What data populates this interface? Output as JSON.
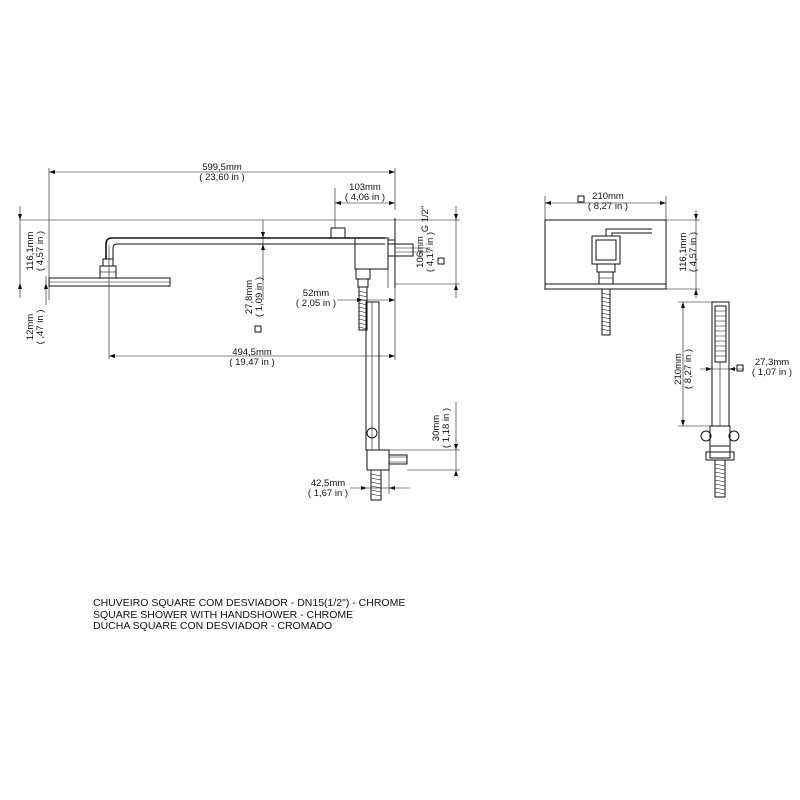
{
  "dimensions": {
    "arm_length_mm": "599,5mm",
    "arm_length_in": "( 23,60 in )",
    "diverter_mm": "103mm",
    "diverter_in": "( 4,06 in )",
    "thread": "G 1/2\"",
    "left_height_mm": "116,1mm",
    "left_height_in": "( 4,57 in )",
    "head_thickness_mm": "12mm",
    "head_thickness_in": "( ,47 in )",
    "drop_mm": "27,8mm",
    "drop_in": "( 1,09 in )",
    "bar_offset_mm": "52mm",
    "bar_offset_in": "( 2,05 in )",
    "wall_height_mm": "106mm",
    "wall_height_in": "( 4,17 in )",
    "reach_mm": "494,5mm",
    "reach_in": "( 19,47 in )",
    "outlet_height_mm": "30mm",
    "outlet_height_in": "( 1,18 in )",
    "outlet_depth_mm": "42,5mm",
    "outlet_depth_in": "( 1,67 in )",
    "head_width_mm": "210mm",
    "head_width_in": "( 8,27 in )",
    "right_height_mm": "116,1mm",
    "right_height_in": "( 4,57 in )",
    "handshower_length_mm": "210mm",
    "handshower_length_in": "( 8,27 in )",
    "handshower_width_mm": "27,3mm",
    "handshower_width_in": "( 1,07 in )"
  },
  "captions": {
    "line1": "CHUVEIRO SQUARE COM DESVIADOR - DN15(1/2\") - CHROME",
    "line2": "SQUARE SHOWER WITH HANDSHOWER - CHROME",
    "line3": "DUCHA SQUARE CON DESVIADOR - CROMADO"
  }
}
